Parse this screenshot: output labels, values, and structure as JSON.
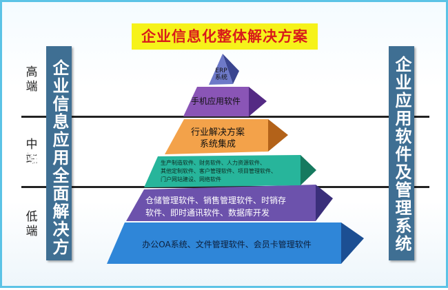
{
  "title": "企业信息化整体解决方案",
  "levels": {
    "high": "高端",
    "mid": "中端",
    "low": "低端"
  },
  "left_bar": "企业信息应用全面解决方案",
  "right_bar": "企业应用软件及管理系统",
  "tiers": [
    {
      "lines": [
        "ERP",
        "系统"
      ],
      "color": "#6d79c8"
    },
    {
      "lines": [
        "手机应用软件"
      ],
      "color": "#8a55b6"
    },
    {
      "lines": [
        "行业解决方案",
        "系统集成"
      ],
      "color": "#f3a24a"
    },
    {
      "lines": [
        "生产制造软件、财务软件、人力资源软件、",
        "其他定制软件、客户管理软件、项目管理软件、",
        "门户网站建设、网络软件"
      ],
      "color": "#27b59b"
    },
    {
      "lines": [
        "仓储管理软件、销售管理软件、时销存",
        "软件、即时通讯软件、数据库开发"
      ],
      "color": "#6c52ac"
    },
    {
      "lines": [
        "办公OA系统、文件管理软件、会员卡管理软件"
      ],
      "color": "#2f86d8"
    }
  ]
}
